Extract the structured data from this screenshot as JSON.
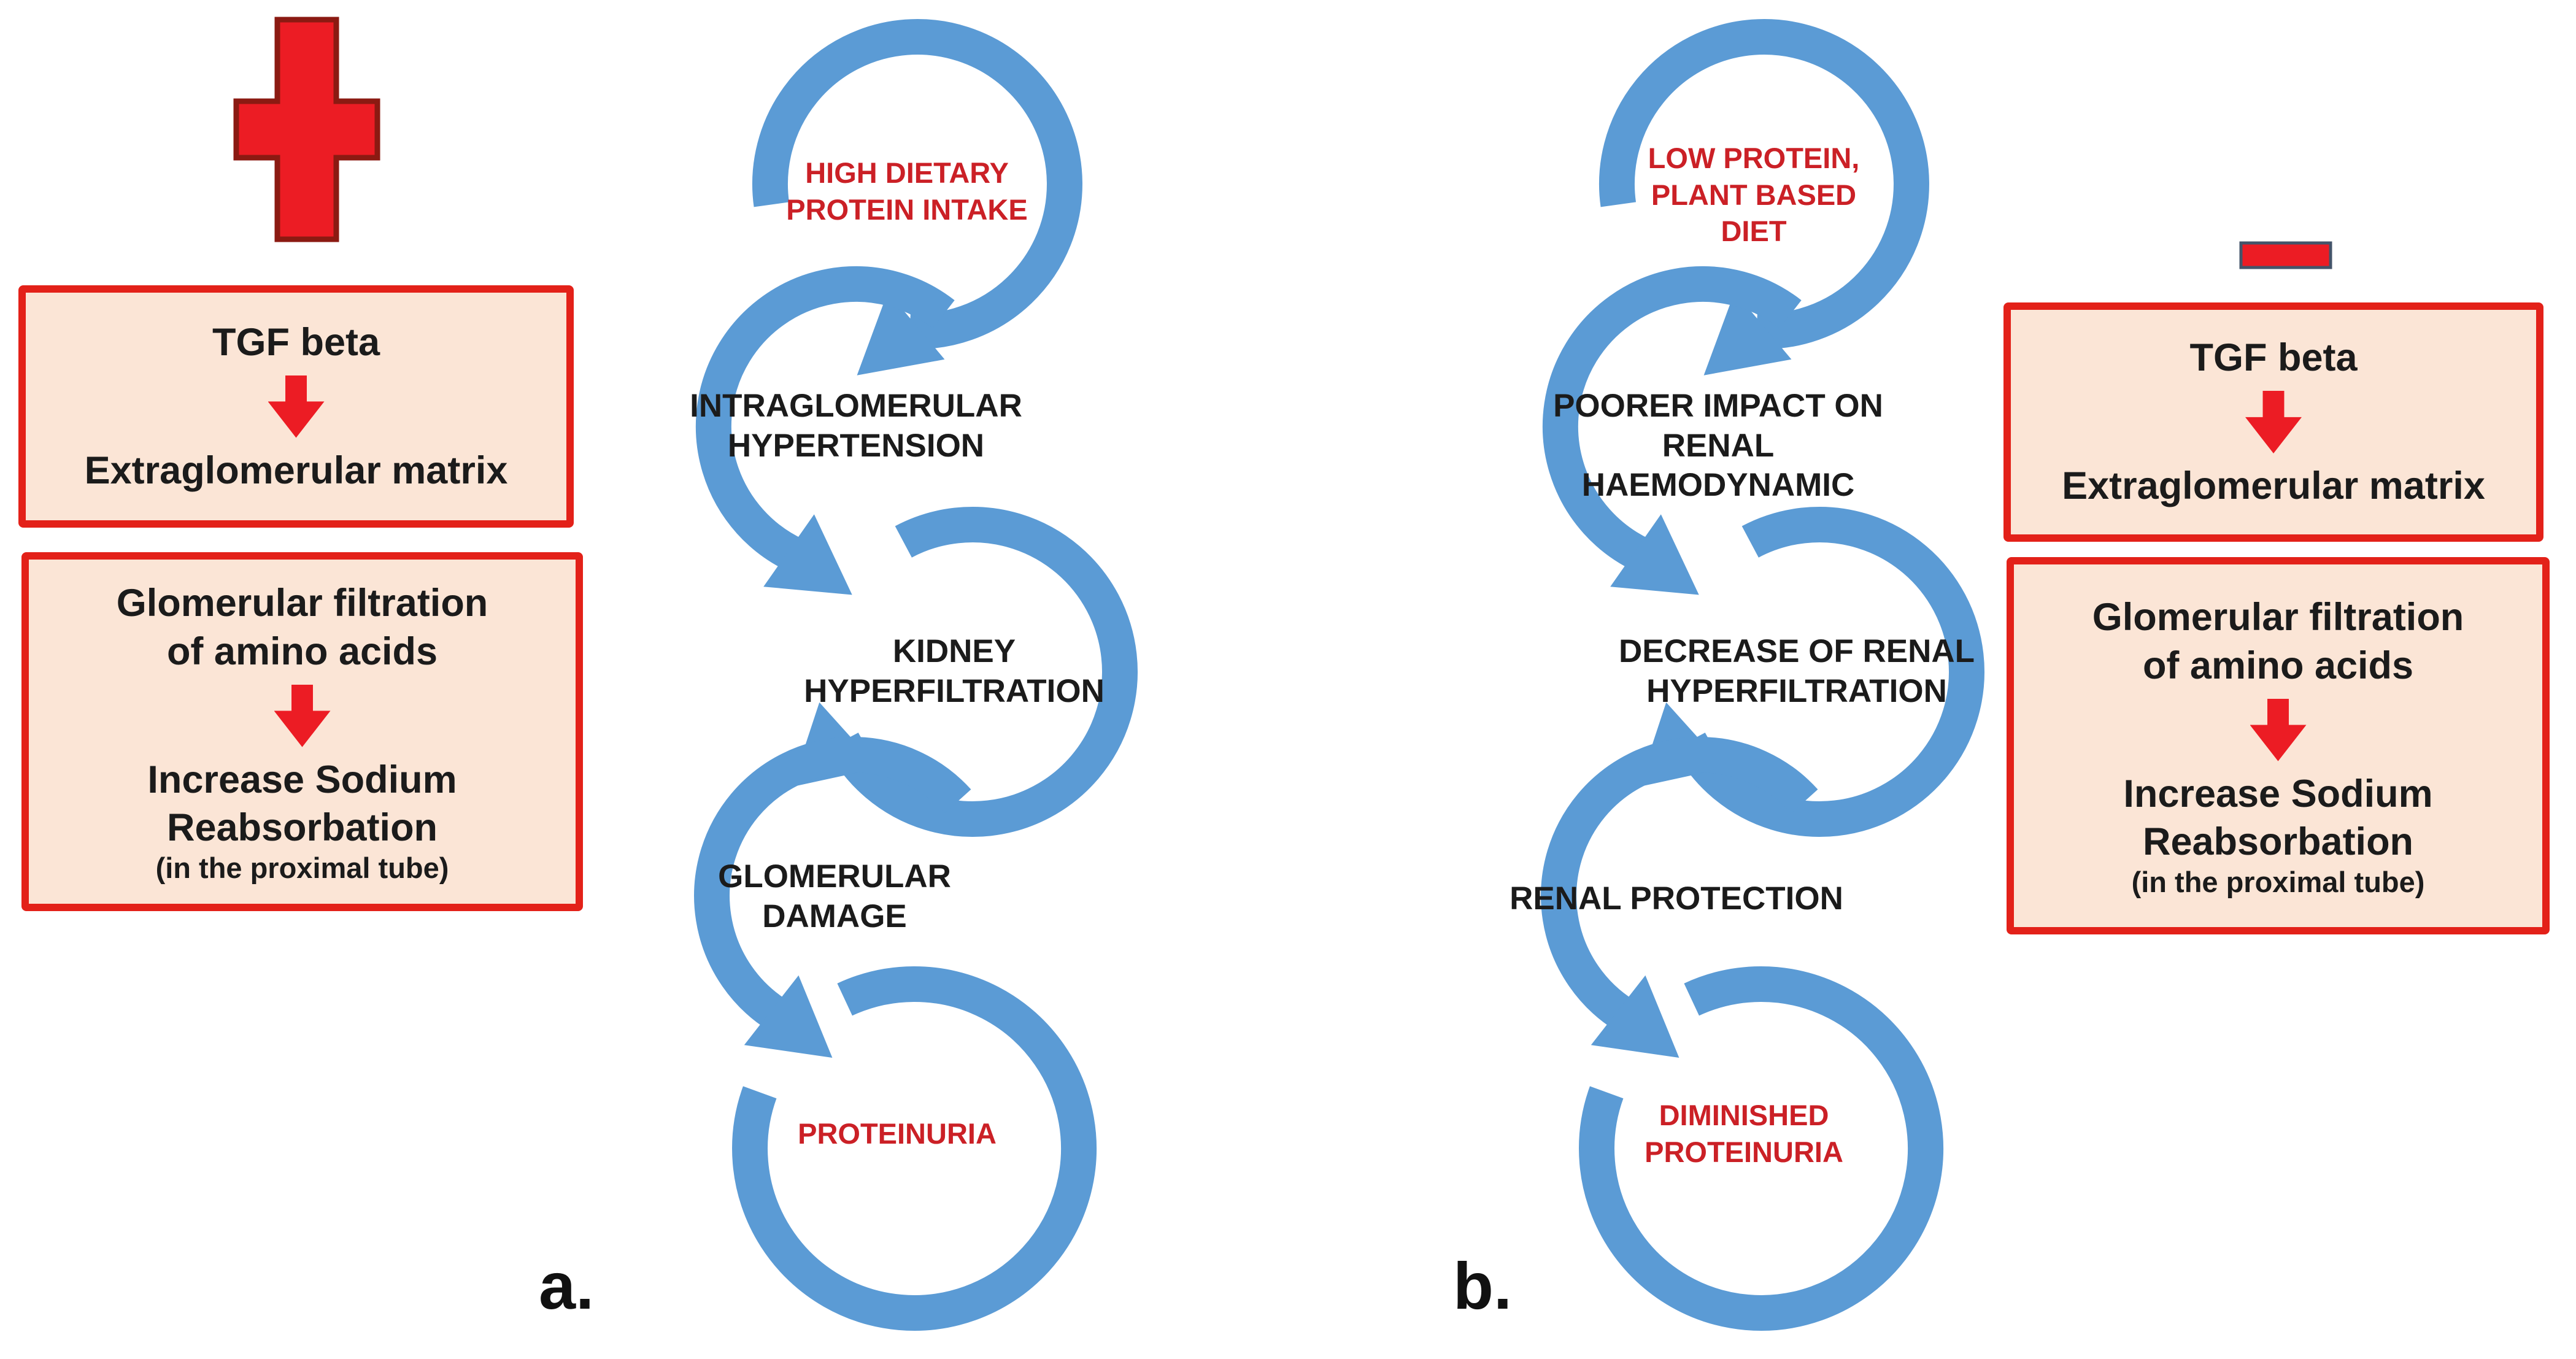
{
  "colors": {
    "page_bg": "#FFFFFF",
    "arc_blue": "#5B9BD5",
    "box_fill": "#FBE5D6",
    "box_border": "#E32119",
    "red_accent": "#EC1C24",
    "red_text": "#CB2026",
    "dark_text": "#1B1B1B",
    "plus_border": "#8B1A12",
    "minus_border": "#44546A"
  },
  "panel_a": {
    "label": "a.",
    "sign": "plus",
    "tgf_box": {
      "line1": "TGF beta",
      "line2": "Extraglomerular matrix"
    },
    "filtration_box": {
      "line1": "Glomerular filtration",
      "line2": "of amino acids",
      "line3": "Increase Sodium",
      "line4": "Reabsorbation",
      "note": "(in the proximal tube)"
    },
    "steps": [
      {
        "color": "red",
        "lines": [
          "HIGH DIETARY",
          "PROTEIN INTAKE"
        ]
      },
      {
        "color": "black",
        "lines": [
          "INTRAGLOMERULAR",
          "HYPERTENSION"
        ]
      },
      {
        "color": "black",
        "lines": [
          "KIDNEY",
          "HYPERFILTRATION"
        ]
      },
      {
        "color": "black",
        "lines": [
          "GLOMERULAR",
          "DAMAGE"
        ]
      },
      {
        "color": "red",
        "lines": [
          "PROTEINURIA"
        ]
      }
    ]
  },
  "panel_b": {
    "label": "b.",
    "sign": "minus",
    "tgf_box": {
      "line1": "TGF beta",
      "line2": "Extraglomerular matrix"
    },
    "filtration_box": {
      "line1": "Glomerular filtration",
      "line2": "of amino acids",
      "line3": "Increase Sodium",
      "line4": "Reabsorbation",
      "note": "(in the proximal tube)"
    },
    "steps": [
      {
        "color": "red",
        "lines": [
          "LOW PROTEIN,",
          "PLANT BASED",
          "DIET"
        ]
      },
      {
        "color": "black",
        "lines": [
          "POORER IMPACT ON RENAL",
          "HAEMODYNAMIC"
        ]
      },
      {
        "color": "black",
        "lines": [
          "DECREASE OF RENAL",
          "HYPERFILTRATION"
        ]
      },
      {
        "color": "black",
        "lines": [
          "RENAL PROTECTION"
        ]
      },
      {
        "color": "red",
        "lines": [
          "DIMINISHED",
          "PROTEINURIA"
        ]
      }
    ]
  }
}
